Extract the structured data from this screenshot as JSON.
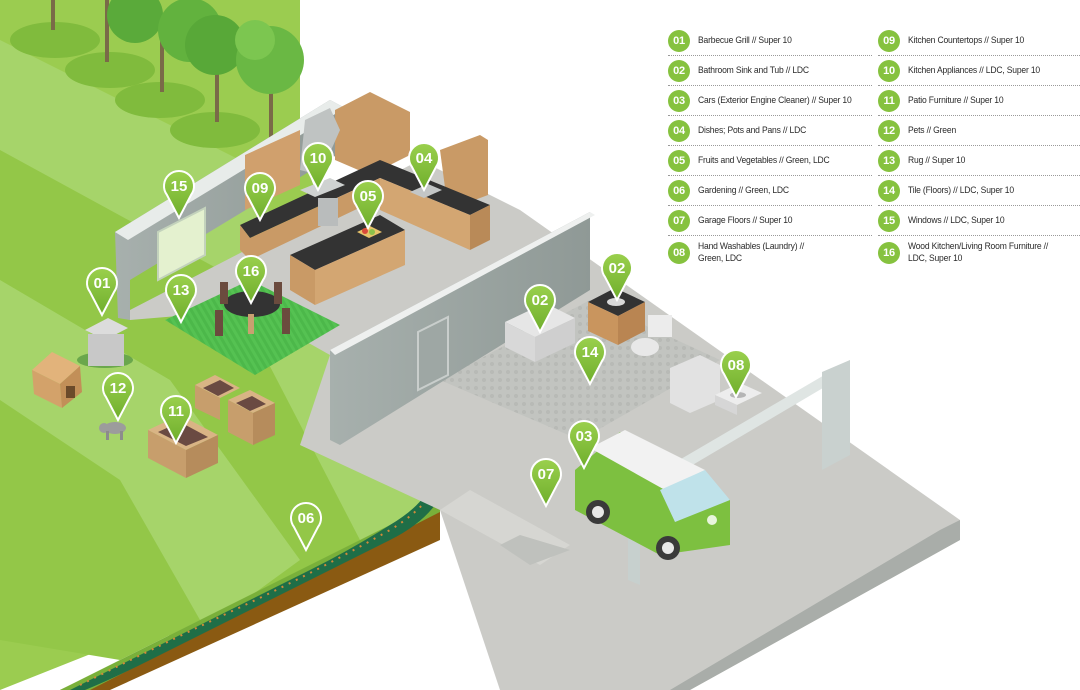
{
  "theme": {
    "pin_green": "#86c23f",
    "lawn_light": "#a6d46a",
    "lawn_dark": "#93c748",
    "floor_gray": "#c9c9c5",
    "wall_gray": "#a9b1ae",
    "cabinet_tan": "#c99a66",
    "counter_dark": "#3a3a3a",
    "rug_green": "#4cb84a",
    "soil_brown": "#8a5a12",
    "hedge_green": "#1f6e47"
  },
  "legend": {
    "column1": [
      {
        "number": "01",
        "label": "Barbecue Grill // Super 10"
      },
      {
        "number": "02",
        "label": "Bathroom Sink and Tub // LDC"
      },
      {
        "number": "03",
        "label": "Cars (Exterior Engine Cleaner) // Super 10"
      },
      {
        "number": "04",
        "label": "Dishes; Pots and Pans // LDC"
      },
      {
        "number": "05",
        "label": "Fruits and Vegetables // Green, LDC"
      },
      {
        "number": "06",
        "label": "Gardening // Green, LDC"
      },
      {
        "number": "07",
        "label": "Garage Floors // Super 10"
      },
      {
        "number": "08",
        "label": "Hand Washables (Laundry) //",
        "label_line2": "Green, LDC"
      }
    ],
    "column2": [
      {
        "number": "09",
        "label": "Kitchen Countertops // Super 10"
      },
      {
        "number": "10",
        "label": "Kitchen Appliances // LDC, Super 10"
      },
      {
        "number": "11",
        "label": "Patio Furniture // Super 10"
      },
      {
        "number": "12",
        "label": "Pets // Green"
      },
      {
        "number": "13",
        "label": "Rug // Super 10"
      },
      {
        "number": "14",
        "label": "Tile (Floors) // LDC, Super 10"
      },
      {
        "number": "15",
        "label": "Windows // LDC, Super 10"
      },
      {
        "number": "16",
        "label": "Wood Kitchen/Living Room Furniture //",
        "label_line2": "LDC, Super 10"
      }
    ]
  },
  "pins": [
    {
      "number": "01",
      "target": "barbecue-grill",
      "style": "filled"
    },
    {
      "number": "02",
      "target": "bathtub",
      "style": "filled"
    },
    {
      "number": "02",
      "target": "bathroom-sink",
      "style": "filled"
    },
    {
      "number": "03",
      "target": "van",
      "style": "filled"
    },
    {
      "number": "04",
      "target": "kitchen-sink",
      "style": "filled"
    },
    {
      "number": "05",
      "target": "fruit-tray",
      "style": "filled"
    },
    {
      "number": "06",
      "target": "hedge",
      "style": "outline"
    },
    {
      "number": "07",
      "target": "garage-floor",
      "style": "filled"
    },
    {
      "number": "08",
      "target": "laundry-sink",
      "style": "filled"
    },
    {
      "number": "09",
      "target": "countertop",
      "style": "filled"
    },
    {
      "number": "10",
      "target": "stove",
      "style": "filled"
    },
    {
      "number": "11",
      "target": "patio-sofa",
      "style": "filled"
    },
    {
      "number": "12",
      "target": "dog",
      "style": "filled"
    },
    {
      "number": "13",
      "target": "rug",
      "style": "filled"
    },
    {
      "number": "14",
      "target": "tile-floor",
      "style": "filled"
    },
    {
      "number": "15",
      "target": "window",
      "style": "filled"
    },
    {
      "number": "16",
      "target": "dining-table",
      "style": "filled"
    }
  ]
}
